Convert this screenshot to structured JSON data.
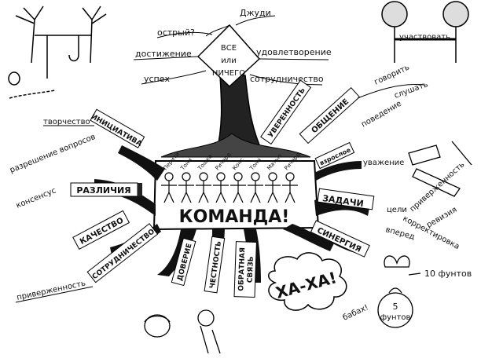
{
  "center": {
    "label": "КОМАНДА!"
  },
  "top_diamond": {
    "lines": [
      "ВСЕ",
      "или",
      "НИЧЕГО"
    ],
    "words_left": [
      "острый?",
      "достижение",
      "успех"
    ],
    "words_right": [
      "Джуди",
      "удовлетворение",
      "сотрудничество"
    ]
  },
  "team_names": [
    "Перити",
    "Тони",
    "Тошка",
    "Ричард",
    "Конс",
    "Тони",
    "Матью",
    "Ричард"
  ],
  "branches": {
    "initiative": "ИНИЦИАТИВА",
    "creativity": "творчество",
    "differences": "РАЗЛИЧИЯ",
    "resolution": "разрешение вопросов",
    "consensus": "консенсус",
    "quality": "КАЧЕСТВО",
    "cooperation": "СОТРУДНИЧЕСТВО",
    "commitment_left": "приверженность",
    "trust": "ДОВЕРИЕ",
    "honesty": "ЧЕСТНОСТЬ",
    "feedback_1": "ОБРАТНАЯ",
    "feedback_2": "СВЯЗЬ",
    "haha": "ХА-ХА!",
    "babakh": "бабах!",
    "confidence": "УВЕРЕННОСТЬ",
    "communication": "ОБЩЕНИЕ",
    "talk": "говорить",
    "listen": "слушать",
    "behavior": "поведение",
    "adult": "взрослое",
    "respect": "уважение",
    "participate": "участвовать",
    "tasks": "ЗАДАЧИ",
    "goals": "цели",
    "commitment_right": "приверженность",
    "revision": "ревизия",
    "correction": "корректировка",
    "forward": "вперед",
    "synergy": "СИНЕРГИЯ",
    "ten_pounds": "10 фунтов",
    "five": "5",
    "pounds": "фунтов"
  }
}
